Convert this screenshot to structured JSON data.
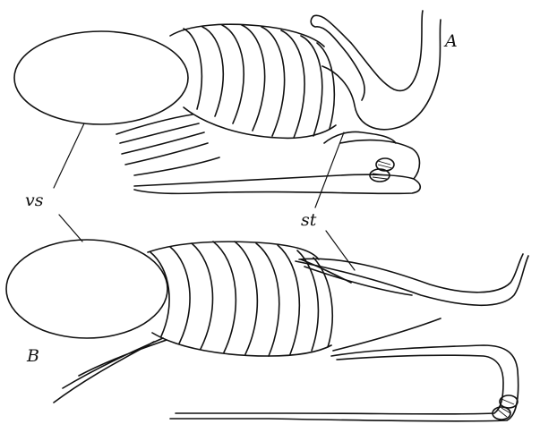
{
  "figure": {
    "labels": {
      "panel_a": "A",
      "panel_b": "B",
      "vesicula": "vs",
      "structure": "st"
    }
  }
}
